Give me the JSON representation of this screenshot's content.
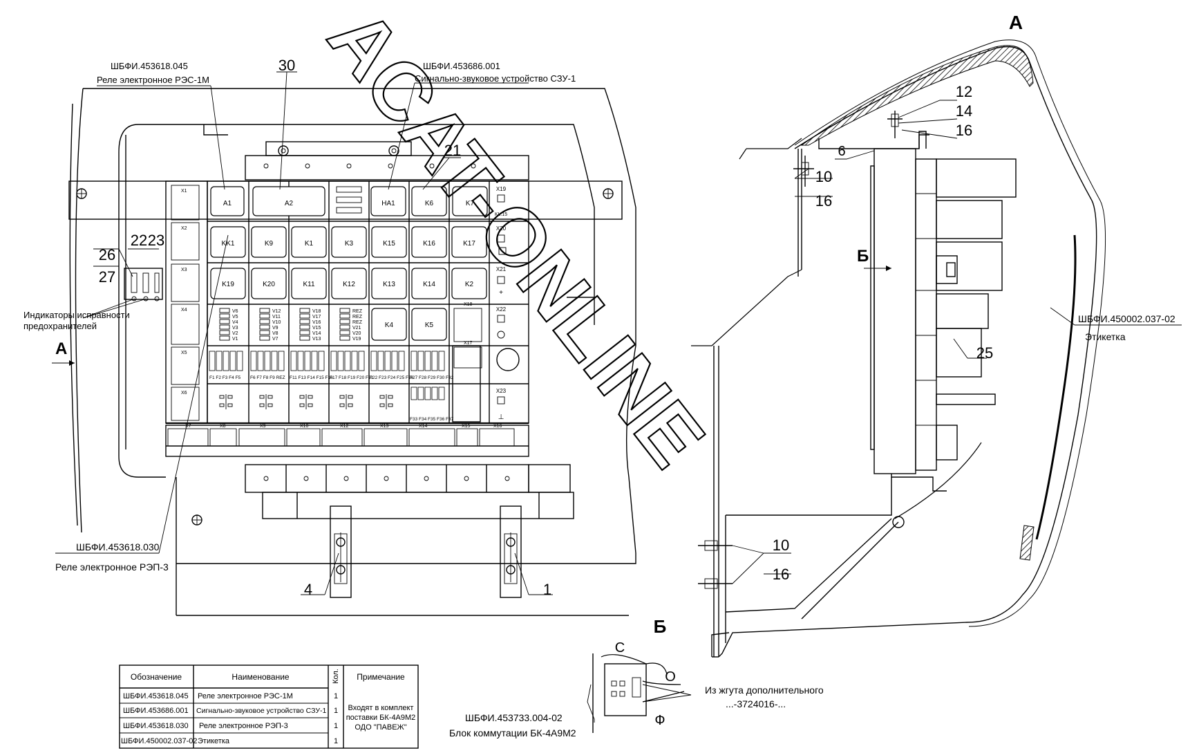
{
  "watermark": "ACAT-ONLINE",
  "view_a": {
    "main_label": "А",
    "arrow_label": "А"
  },
  "view_b": {
    "title": "Б",
    "arrow_label": "Б"
  },
  "callouts": {
    "rel_1m_code": "ШБФИ.453618.045",
    "rel_1m_name": "Реле электронное РЭС-1М",
    "szu_code": "ШБФИ.453686.001",
    "szu_name": "Сигнально-звуковое устройство СЗУ-1",
    "rep3_code": "ШБФИ.453618.030",
    "rep3_name": "Реле электронное РЭП-3",
    "label_code": "ШБФИ.450002.037-02",
    "label_name": "Этикетка",
    "indicators_line1": "Индикаторы исправности",
    "indicators_line2": "предохранителей",
    "bk_code": "ШБФИ.453733.004-02",
    "bk_name": "Блок коммутации БК-4А9М2",
    "harness_line1": "Из жгута дополнительного",
    "harness_line2": "...-3724016-..."
  },
  "positions": {
    "p30": "30",
    "p21": "21",
    "p22": "22",
    "p23": "23",
    "p26": "26",
    "p27": "27",
    "p4": "4",
    "p1": "1",
    "p12": "12",
    "p14": "14",
    "p16a": "16",
    "p6": "6",
    "p10a": "10",
    "p16b": "16",
    "p25": "25",
    "p10b": "10",
    "p16c": "16"
  },
  "wires": {
    "c": "С",
    "o": "О",
    "f": "Ф"
  },
  "relay_rows": [
    [
      "A1",
      "A2",
      "",
      "HA1",
      "K6",
      "K7"
    ],
    [
      "KK1",
      "K9",
      "K1",
      "K3",
      "K15",
      "K16",
      "K17"
    ],
    [
      "K19",
      "K20",
      "K11",
      "K12",
      "K13",
      "K14",
      "K2"
    ]
  ],
  "diode_groups": [
    [
      "V6",
      "V5",
      "V4",
      "V3",
      "V2",
      "V1"
    ],
    [
      "V12",
      "V11",
      "V10",
      "V9",
      "V8",
      "V7"
    ],
    [
      "V18",
      "V17",
      "V16",
      "V15",
      "V14",
      "V13"
    ],
    [
      "REZ",
      "REZ",
      "REZ",
      "V21",
      "V20",
      "V19"
    ]
  ],
  "relay_k4": "K4",
  "relay_k5": "K5",
  "fuse_groups": [
    "F1 F2 F3 F4 F5",
    "F6 F7 F8 F9 REZ",
    "F11 F13 F14 F15 F16",
    "F17 F18 F19 F20 F21",
    "F22 F23 F24 F25 F26",
    "F27 F28 F29 F30 F32"
  ],
  "fuse_lower": "F33 F34 F35 F36 F37",
  "right_column": [
    "X19",
    "KL.15",
    "X20",
    "X21",
    "+",
    "X22",
    "X23",
    "⊥"
  ],
  "left_connectors": [
    "X1",
    "X2",
    "X3",
    "X4",
    "X5",
    "X6"
  ],
  "mid_connectors": [
    "X17",
    "X18"
  ],
  "bottom_connectors": [
    "X7",
    "X8",
    "X9",
    "X10",
    "X12",
    "X13",
    "X14",
    "X15",
    "X16"
  ],
  "table": {
    "headers": [
      "Обозначение",
      "Наименование",
      "Кол.",
      "Примечание"
    ],
    "rows": [
      [
        "ШБФИ.453618.045",
        "Реле электронное РЭС-1М",
        "1"
      ],
      [
        "ШБФИ.453686.001",
        "Сигнально-звуковое устройство СЗУ-1",
        "1"
      ],
      [
        "ШБФИ.453618.030",
        "Реле электронное РЭП-3",
        "1"
      ],
      [
        "ШБФИ.450002.037-02",
        "Этикетка",
        "1"
      ]
    ],
    "note_lines": [
      "Входят в комплект",
      "поставки БК-4А9М2",
      "ОДО \"ПАВЕЖ\""
    ]
  }
}
